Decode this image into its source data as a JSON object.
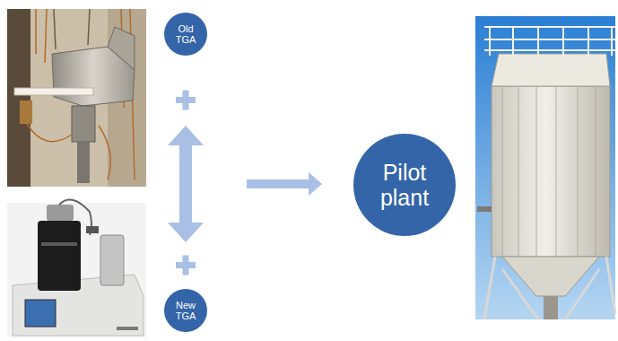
{
  "diagram": {
    "nodes": [
      {
        "text": [
          "Old TGA"
        ]
      },
      {
        "text": [
          "New TGA"
        ]
      },
      {
        "text": [
          "Pilot plant"
        ]
      }
    ],
    "edges": [
      {
        "from": 0,
        "to": 1,
        "arrow": "both"
      }
    ]
  }
}
